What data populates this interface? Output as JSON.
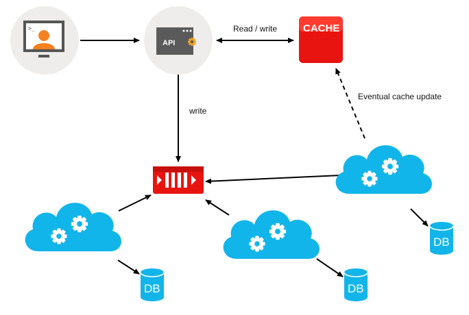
{
  "nodes": {
    "user": {
      "icon": "user-computer-icon"
    },
    "api": {
      "label": "API",
      "icon": "api-gear-icon"
    },
    "cache": {
      "label": "CACHE",
      "color": "#e8140f"
    },
    "queue": {
      "icon": "message-queue-icon",
      "color": "#e8140f"
    },
    "services": [
      {
        "icon": "cloud-gears-icon",
        "db_label": "DB"
      },
      {
        "icon": "cloud-gears-icon",
        "db_label": "DB"
      },
      {
        "icon": "cloud-gears-icon",
        "db_label": "DB"
      }
    ]
  },
  "edges": {
    "api_cache": "Read / write",
    "api_queue": "write",
    "cache_update": "Eventual cache update"
  },
  "colors": {
    "cloud": "#12b5ea",
    "db": "#12b5ea",
    "accent": "#e8140f",
    "circle_bg": "#efedeb"
  }
}
